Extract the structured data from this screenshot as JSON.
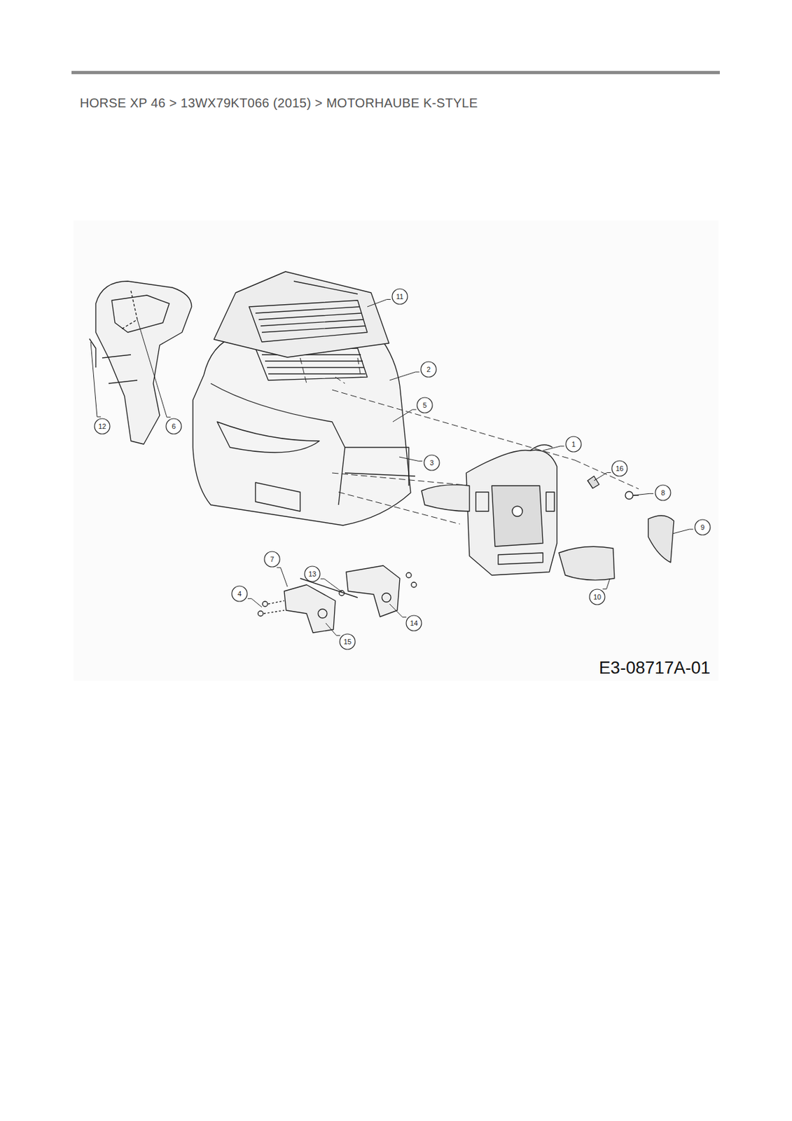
{
  "diagram": {
    "title": "HORSE XP 46  >  13WX79KT066 (2015)  >  MOTORHAUBE K-STYLE",
    "labels": [
      "11",
      "2",
      "5",
      "1",
      "16",
      "8",
      "9",
      "3",
      "12",
      "6",
      "7",
      "13",
      "4",
      "14",
      "15",
      "10",
      "E3-08717A-01"
    ]
  }
}
